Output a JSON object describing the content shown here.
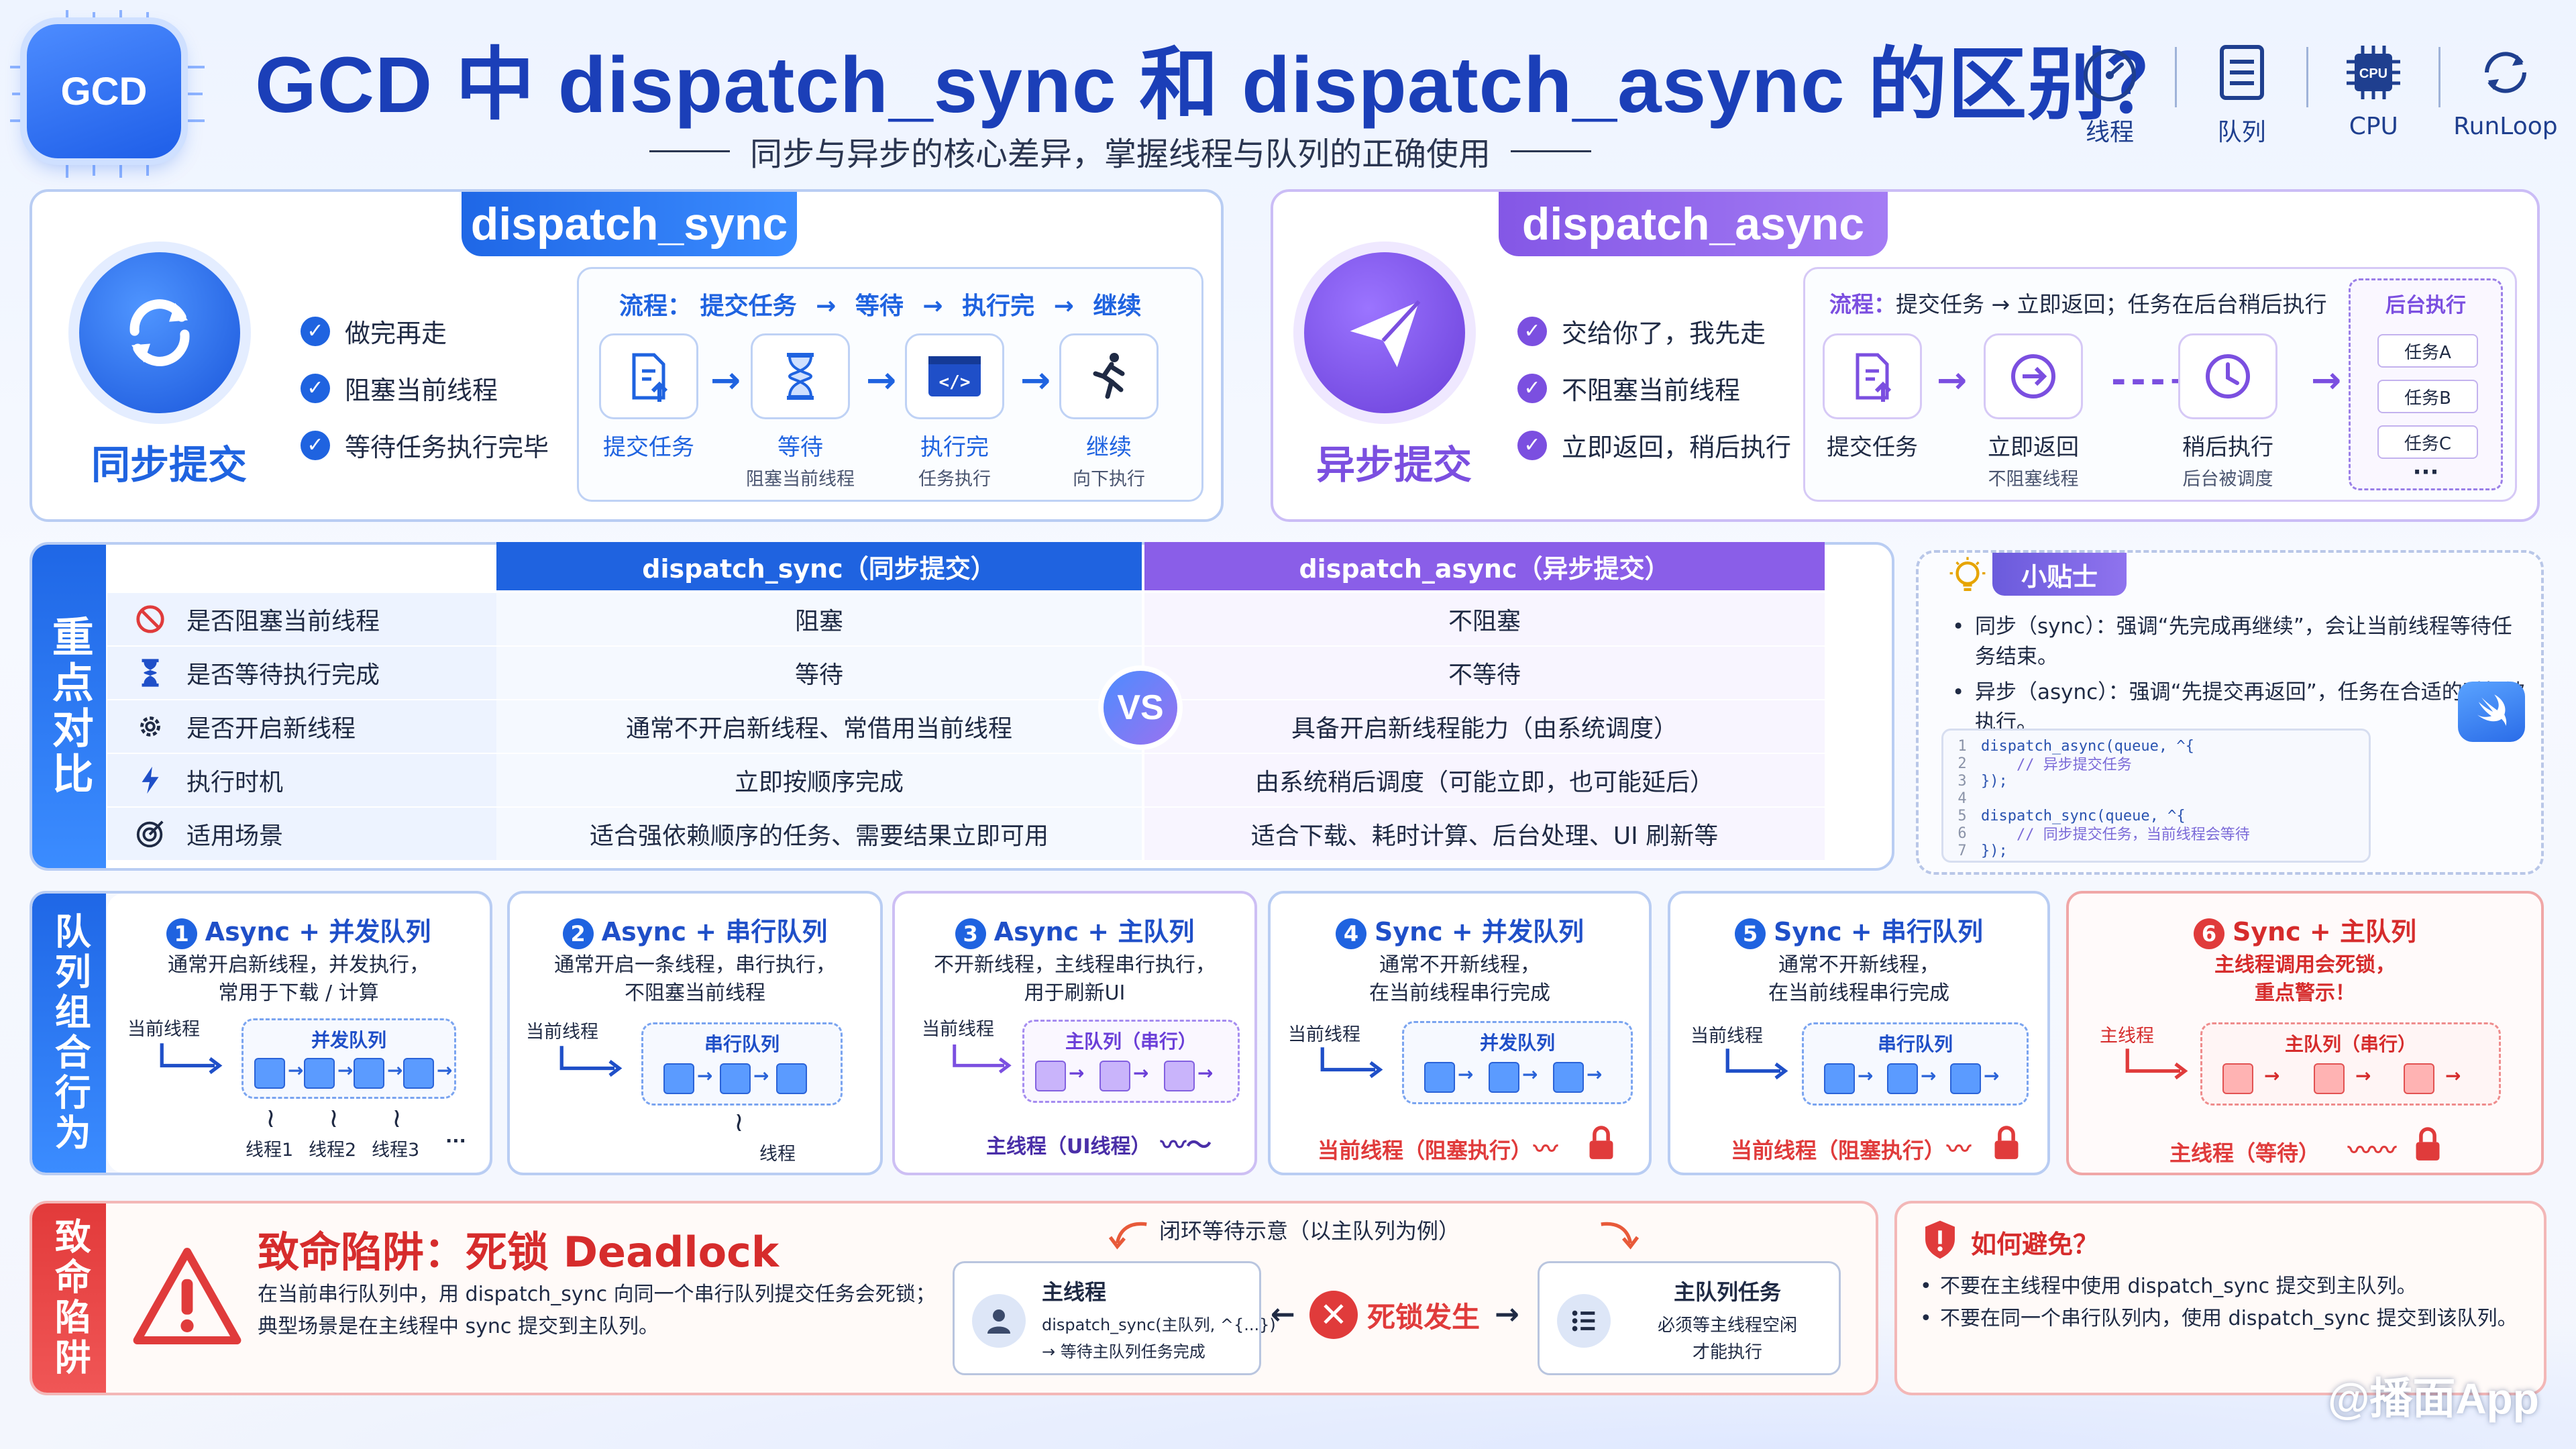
{
  "header": {
    "logo": "GCD",
    "title": "GCD 中 dispatch_sync 和 dispatch_async 的区别？",
    "subtitle": "同步与异步的核心差异，掌握线程与队列的正确使用",
    "icons": [
      {
        "name": "gauge-icon",
        "label": "线程"
      },
      {
        "name": "list-icon",
        "label": "队列"
      },
      {
        "name": "cpu-icon",
        "label": "CPU",
        "chip_text": "CPU"
      },
      {
        "name": "runloop-icon",
        "label": "RunLoop"
      }
    ]
  },
  "sync": {
    "title": "dispatch_sync",
    "label": "同步提交",
    "checks": [
      "做完再走",
      "阻塞当前线程",
      "等待任务执行完毕"
    ],
    "flow_prefix": "流程：",
    "flow": [
      "提交任务",
      "等待",
      "执行完",
      "继续"
    ],
    "flow_arrow": "→",
    "steps": [
      {
        "l1": "提交任务",
        "l2": ""
      },
      {
        "l1": "等待",
        "l2": "阻塞当前线程"
      },
      {
        "l1": "执行完",
        "l2": "任务执行"
      },
      {
        "l1": "继续",
        "l2": "向下执行"
      }
    ],
    "color": "#1f63e0"
  },
  "async": {
    "title": "dispatch_async",
    "label": "异步提交",
    "checks": [
      "交给你了，我先走",
      "不阻塞当前线程",
      "立即返回，稍后执行"
    ],
    "flow_prefix": "流程：",
    "flow_text": "提交任务 → 立即返回；任务在后台稍后执行",
    "steps": [
      {
        "l1": "提交任务",
        "l2": ""
      },
      {
        "l1": "立即返回",
        "l2": "不阻塞线程"
      },
      {
        "l1": "稍后执行",
        "l2": "后台被调度"
      }
    ],
    "bg_title": "后台执行",
    "bg_tasks": [
      "任务A",
      "任务B",
      "任务C"
    ],
    "bg_more": "···",
    "color": "#7b4fe0"
  },
  "compare": {
    "side_title": "重点对比",
    "head_sync": "dispatch_sync（同步提交）",
    "head_async": "dispatch_async（异步提交）",
    "vs": "VS",
    "rows": [
      {
        "icon": "no-entry-icon",
        "feature": "是否阻塞当前线程",
        "sync": "阻塞",
        "async": "不阻塞"
      },
      {
        "icon": "hourglass-icon",
        "feature": "是否等待执行完成",
        "sync": "等待",
        "async": "不等待"
      },
      {
        "icon": "gear-icon",
        "feature": "是否开启新线程",
        "sync": "通常不开启新线程、常借用当前线程",
        "async": "具备开启新线程能力（由系统调度）"
      },
      {
        "icon": "bolt-icon",
        "feature": "执行时机",
        "sync": "立即按顺序完成",
        "async": "由系统稍后调度（可能立即，也可能延后）"
      },
      {
        "icon": "target-icon",
        "feature": "适用场景",
        "sync": "适合强依赖顺序的任务、需要结果立即可用",
        "async": "适合下载、耗时计算、后台处理、UI 刷新等"
      }
    ]
  },
  "tips": {
    "title": "小贴士",
    "items": [
      "同步（sync）：强调“先完成再继续”，会让当前线程等待任务结束。",
      "异步（async）：强调“先提交再返回”，任务在合适的时机被执行。"
    ],
    "code": [
      {
        "n": "1",
        "t": "dispatch_async(queue, ^{",
        "cm": false
      },
      {
        "n": "2",
        "t": "    // 异步提交任务",
        "cm": true
      },
      {
        "n": "3",
        "t": "});",
        "cm": false
      },
      {
        "n": "4",
        "t": "",
        "cm": false
      },
      {
        "n": "5",
        "t": "dispatch_sync(queue, ^{",
        "cm": false
      },
      {
        "n": "6",
        "t": "    // 同步提交任务，当前线程会等待",
        "cm": true
      },
      {
        "n": "7",
        "t": "});",
        "cm": false
      }
    ]
  },
  "queues": {
    "side_title": "队列组合行为",
    "cards": [
      {
        "num": "1",
        "title": "Async + 并发队列",
        "desc": [
          "通常开启新线程，并发执行，",
          "常用于下载 / 计算"
        ],
        "from": "当前线程",
        "box": "并发队列",
        "foot": "",
        "threads": [
          "线程1",
          "线程2",
          "线程3",
          "···"
        ],
        "kind": "blue"
      },
      {
        "num": "2",
        "title": "Async + 串行队列",
        "desc": [
          "通常开启一条线程，串行执行，",
          "不阻塞当前线程"
        ],
        "from": "当前线程",
        "box": "串行队列",
        "foot": "",
        "threads": [
          "线程"
        ],
        "kind": "blue"
      },
      {
        "num": "3",
        "title": "Async + 主队列",
        "desc": [
          "不开新线程，主线程串行执行，",
          "用于刷新UI"
        ],
        "from": "当前线程",
        "box": "主队列（串行）",
        "foot": "主线程（UI线程）",
        "threads": [],
        "kind": "purple"
      },
      {
        "num": "4",
        "title": "Sync + 并发队列",
        "desc": [
          "通常不开新线程，",
          "在当前线程串行完成"
        ],
        "from": "当前线程",
        "box": "并发队列",
        "foot": "当前线程（阻塞执行）",
        "threads": [],
        "kind": "blue"
      },
      {
        "num": "5",
        "title": "Sync + 串行队列",
        "desc": [
          "通常不开新线程，",
          "在当前线程串行完成"
        ],
        "from": "当前线程",
        "box": "串行队列",
        "foot": "当前线程（阻塞执行）",
        "threads": [],
        "kind": "blue"
      },
      {
        "num": "6",
        "title": "Sync + 主队列",
        "desc": [
          "主线程调用会死锁，",
          "重点警示！"
        ],
        "from": "主线程",
        "box": "主队列（串行）",
        "foot": "主线程（等待）",
        "threads": [],
        "kind": "red"
      }
    ]
  },
  "deadlock": {
    "side_title": "致命陷阱",
    "title": "致命陷阱：死锁 Deadlock",
    "desc": [
      "在当前串行队列中，用 dispatch_sync 向同一个串行队列提交任务会死锁；",
      "典型场景是在主线程中 sync 提交到主队列。"
    ],
    "loop_title": "闭环等待示意（以主队列为例）",
    "main_title": "主线程",
    "main_l2": "dispatch_sync(主队列, ^{...})",
    "main_l3": "→ 等待主队列任务完成",
    "center": "死锁发生",
    "task_title": "主队列任务",
    "task_l2": "必须等主线程空闲",
    "task_l3": "才能执行"
  },
  "avoid": {
    "title": "如何避免？",
    "items": [
      "不要在主线程中使用 dispatch_sync 提交到主队列。",
      "不要在同一个串行队列内，使用 dispatch_sync 提交到该队列。"
    ]
  },
  "watermark": "@播面App",
  "colors": {
    "blue": "#1f63e0",
    "purple": "#7b4fe0",
    "red": "#e03b3b"
  }
}
